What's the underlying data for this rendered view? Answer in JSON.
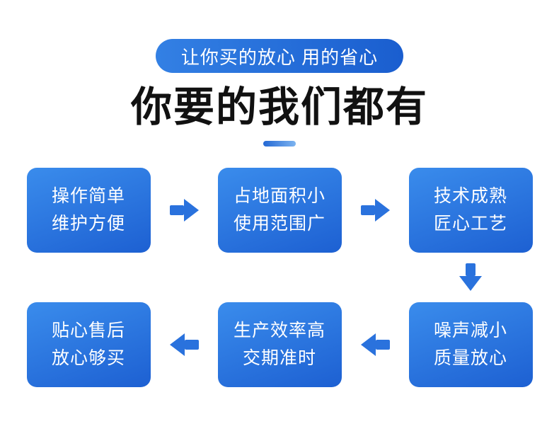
{
  "badge": {
    "label": "让你买的放心 用的省心"
  },
  "heading": {
    "title": "你要的我们都有"
  },
  "flow": {
    "row1": [
      {
        "line1": "操作简单",
        "line2": "维护方便"
      },
      {
        "line1": "占地面积小",
        "line2": "使用范围广"
      },
      {
        "line1": "技术成熟",
        "line2": "匠心工艺"
      }
    ],
    "row2": [
      {
        "line1": "贴心售后",
        "line2": "放心够买"
      },
      {
        "line1": "生产效率高",
        "line2": "交期准时"
      },
      {
        "line1": "噪声减小",
        "line2": "质量放心"
      }
    ]
  },
  "colors": {
    "accent_blue": "#2a72dd",
    "box_gradient_start": "#3a8cec",
    "box_gradient_end": "#1d60d2",
    "badge_gradient_start": "#3380e4",
    "badge_gradient_end": "#1a5ecf",
    "heading_text": "#111111",
    "box_text": "#ffffff"
  }
}
